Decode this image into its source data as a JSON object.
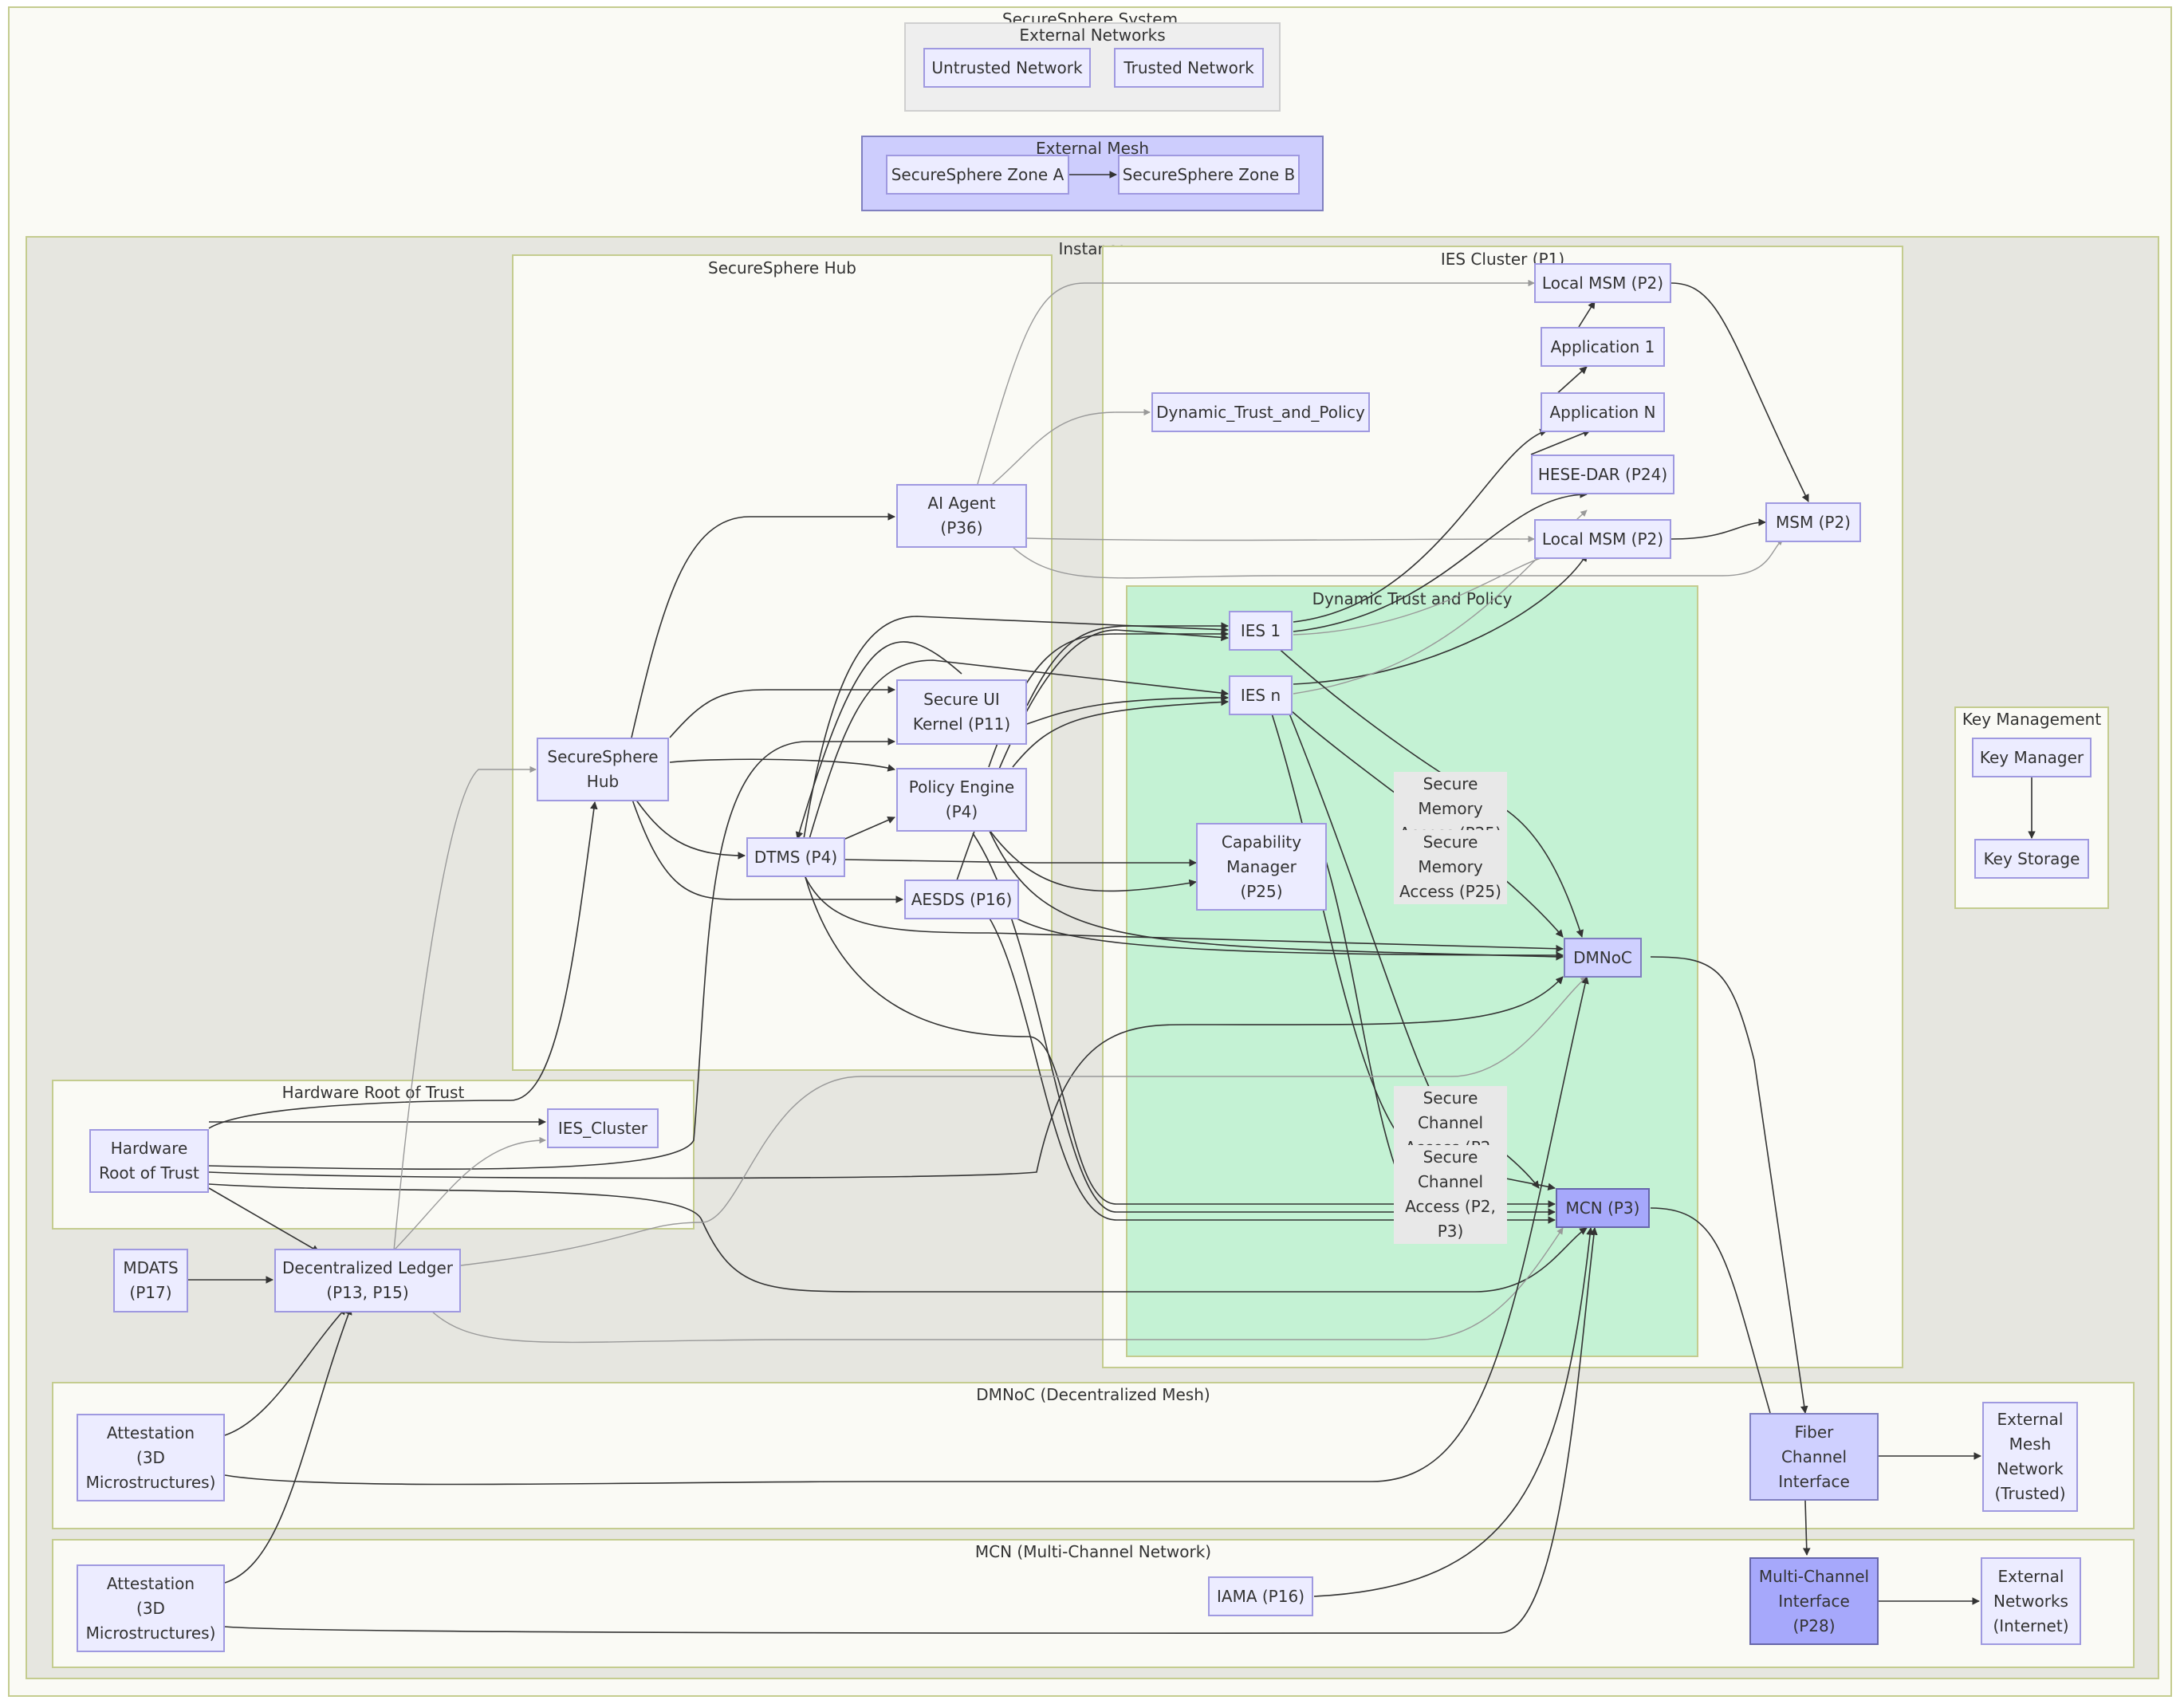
{
  "clusters": {
    "system": "SecureSphere System",
    "external_networks": "External Networks",
    "external_mesh": "External Mesh",
    "instance": "Instance",
    "hub": "SecureSphere Hub",
    "ies_cluster": "IES Cluster (P1)",
    "dynamic_trust": "Dynamic Trust and Policy",
    "key_management": "Key Management",
    "hrot": "Hardware Root of Trust",
    "dmnoc": "DMNoC (Decentralized Mesh)",
    "mcn": "MCN (Multi-Channel Network)"
  },
  "nodes": {
    "untrusted_network": "Untrusted Network",
    "trusted_network": "Trusted Network",
    "zone_a": "SecureSphere Zone A",
    "zone_b": "SecureSphere Zone B",
    "local_msm_top": "Local MSM (P2)",
    "application_1": "Application 1",
    "dynamic_trust_policy": "Dynamic_Trust_and_Policy",
    "application_n": "Application N",
    "hese_dar": "HESE-DAR (P24)",
    "ai_agent": "AI Agent\n(P36)",
    "local_msm_mid": "Local MSM (P2)",
    "msm": "MSM (P2)",
    "ies_1": "IES 1",
    "ies_n": "IES n",
    "secure_ui_kernel": "Secure UI\nKernel (P11)",
    "securesphere_hub": "SecureSphere\nHub",
    "policy_engine": "Policy Engine\n(P4)",
    "dtms": "DTMS (P4)",
    "capability_manager": "Capability\nManager\n(P25)",
    "aesds": "AESDS (P16)",
    "dmnoc": "DMNoC",
    "key_manager": "Key Manager",
    "key_storage": "Key Storage",
    "hardware_root_of_trust": "Hardware\nRoot of Trust",
    "ies_cluster_node": "IES_Cluster",
    "mcn": "MCN (P3)",
    "mdats": "MDATS\n(P17)",
    "decentralized_ledger": "Decentralized Ledger\n(P13, P15)",
    "attestation_dmnoc": "Attestation\n(3D\nMicrostructures)",
    "fiber_channel": "Fiber\nChannel\nInterface",
    "external_mesh_network": "External\nMesh\nNetwork\n(Trusted)",
    "attestation_mcn": "Attestation\n(3D\nMicrostructures)",
    "iama": "IAMA (P16)",
    "multi_channel_interface": "Multi-Channel\nInterface\n(P28)",
    "external_networks_internet": "External\nNetworks\n(Internet)"
  },
  "edge_labels": {
    "sec_mem_1": "Secure Memory\nAccess (P25)",
    "sec_mem_2": "Secure Memory\nAccess (P25)",
    "sec_chan_1": "Secure Channel\nAccess (P2, P3)",
    "sec_chan_2": "Secure Channel\nAccess (P2, P3)"
  },
  "colors": {
    "node_fill": "#ECECFF",
    "node_border": "#9f99e0",
    "cluster_border": "#c4cc8f",
    "dynamic_trust_fill": "#c4f2d4",
    "instance_fill": "#e6e6e0",
    "system_fill": "#fafaf5",
    "external_mesh_fill": "#cdcdfd"
  }
}
